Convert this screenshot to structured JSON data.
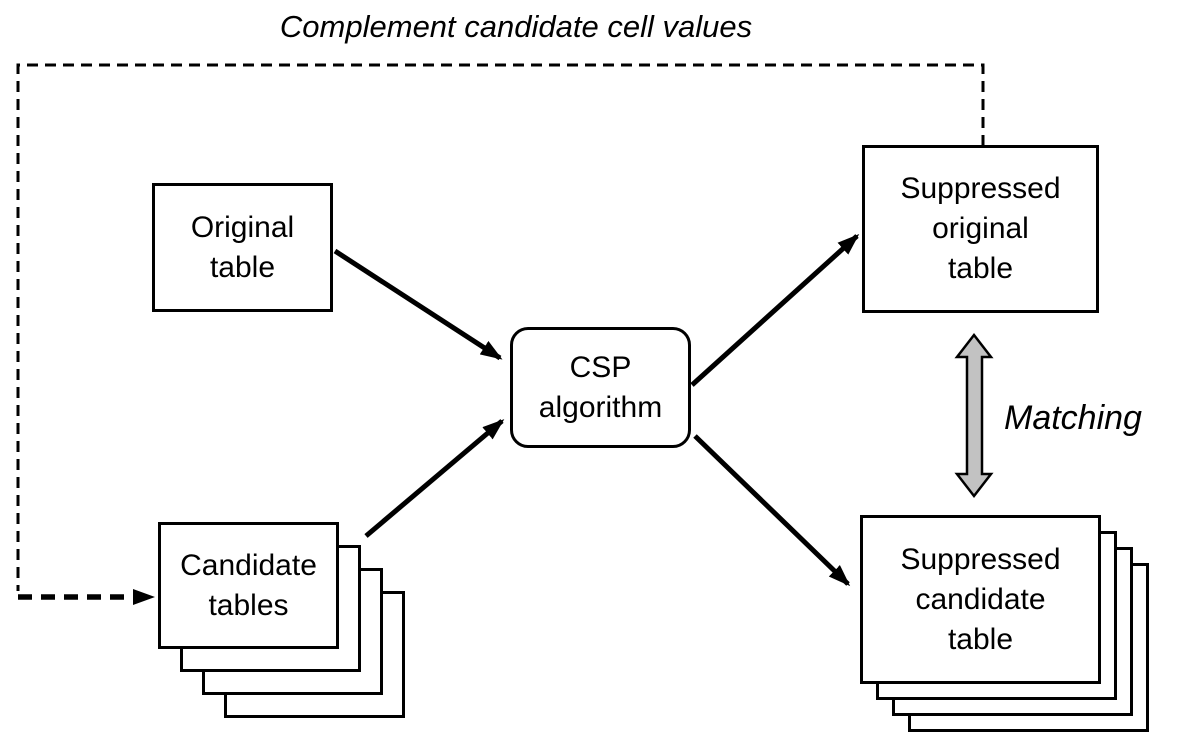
{
  "diagram": {
    "title": "Complement candidate cell values",
    "labels": {
      "matching": "Matching"
    },
    "nodes": {
      "original_table": {
        "label": "Original table",
        "lines": [
          "Original",
          "table"
        ]
      },
      "csp_algorithm": {
        "label": "CSP algorithm",
        "lines": [
          "CSP",
          "algorithm"
        ]
      },
      "suppressed_original_table": {
        "label": "Suppressed original table",
        "lines": [
          "Suppressed",
          "original",
          "table"
        ]
      },
      "candidate_tables": {
        "label": "Candidate tables",
        "lines": [
          "Candidate",
          "tables"
        ],
        "stack_count": 4
      },
      "suppressed_candidate_table": {
        "label": "Suppressed candidate table",
        "lines": [
          "Suppressed",
          "candidate",
          "table"
        ],
        "stack_count": 4
      }
    },
    "edges": [
      {
        "from": "original_table",
        "to": "csp_algorithm",
        "type": "solid-arrow"
      },
      {
        "from": "candidate_tables",
        "to": "csp_algorithm",
        "type": "solid-arrow"
      },
      {
        "from": "csp_algorithm",
        "to": "suppressed_original_table",
        "type": "solid-arrow"
      },
      {
        "from": "csp_algorithm",
        "to": "suppressed_candidate_table",
        "type": "solid-arrow"
      },
      {
        "from": "suppressed_original_table",
        "to": "suppressed_candidate_table",
        "type": "gray-double-arrow",
        "label": "Matching"
      },
      {
        "from": "suppressed_original_table",
        "to": "candidate_tables",
        "type": "dashed-arrow",
        "label": "Complement candidate cell values"
      }
    ],
    "colors": {
      "stroke": "#000000",
      "box_fill": "#ffffff",
      "double_arrow_fill": "#c2c2c2",
      "background": "#ffffff"
    }
  }
}
